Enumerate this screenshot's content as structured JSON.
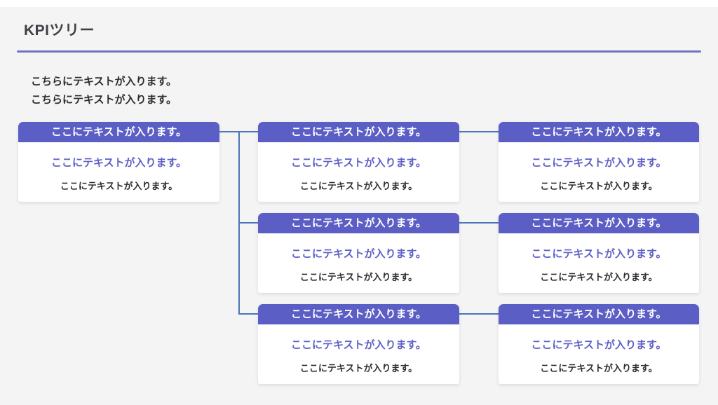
{
  "page": {
    "title": "KPIツリー",
    "intro_lines": [
      "こちらにテキストが入ります。",
      "こちらにテキストが入ります。"
    ]
  },
  "colors": {
    "background": "#f4f4f5",
    "header_bg": "#5b5ec4",
    "connector": "#4a77b8",
    "divider": "#7173be",
    "title_text": "#3e4145",
    "body_text": "#2d2d30",
    "body_accent": "#5e61c6",
    "card_bg": "#ffffff"
  },
  "tree": {
    "root": {
      "header": "ここにテキストが入ります。",
      "line1": "ここにテキストが入ります。",
      "line2": "ここにテキストが入ります。"
    },
    "level2": [
      {
        "header": "ここにテキストが入ります。",
        "line1": "ここにテキストが入ります。",
        "line2": "ここにテキストが入ります。"
      },
      {
        "header": "ここにテキストが入ります。",
        "line1": "ここにテキストが入ります。",
        "line2": "ここにテキストが入ります。"
      },
      {
        "header": "ここにテキストが入ります。",
        "line1": "ここにテキストが入ります。",
        "line2": "ここにテキストが入ります。"
      }
    ],
    "level3": [
      {
        "header": "ここにテキストが入ります。",
        "line1": "ここにテキストが入ります。",
        "line2": "ここにテキストが入ります。"
      },
      {
        "header": "ここにテキストが入ります。",
        "line1": "ここにテキストが入ります。",
        "line2": "ここにテキストが入ります。"
      },
      {
        "header": "ここにテキストが入ります。",
        "line1": "ここにテキストが入ります。",
        "line2": "ここにテキストが入ります。"
      }
    ]
  }
}
